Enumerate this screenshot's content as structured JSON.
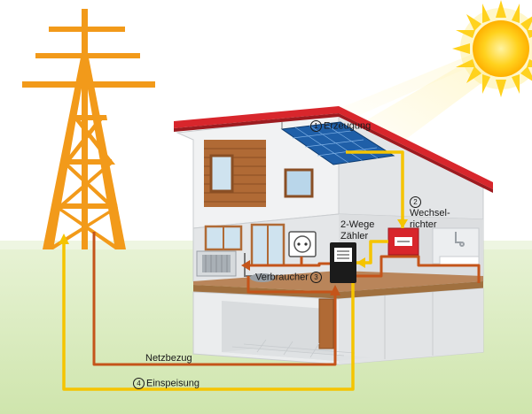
{
  "labels": {
    "erzeugung": {
      "num": "1",
      "text": "Erzeugung"
    },
    "wechselrichter": {
      "num": "2",
      "line1": "Wechsel-",
      "line2": "richter"
    },
    "zaehler": {
      "line1": "2-Wege",
      "line2": "Zähler"
    },
    "verbraucher": {
      "text": "Verbraucher",
      "num": "3"
    },
    "netzbezug": {
      "text": "Netzbezug"
    },
    "einspeisung": {
      "num": "4",
      "text": "Einspeisung"
    }
  },
  "colors": {
    "pylon": "#f29a1a",
    "feed_line": "#f5c400",
    "draw_line": "#c4541a",
    "roof": "#d8262c",
    "inverter": "#d8262c",
    "meter": "#1b1b1b",
    "sun": "#ffd21e",
    "grass": "#d8ebbb"
  },
  "icons": [
    "sun-icon",
    "power-pylon-icon",
    "solar-panel-icon",
    "inverter-icon",
    "meter-icon",
    "socket-icon",
    "heater-icon",
    "shower-icon"
  ]
}
